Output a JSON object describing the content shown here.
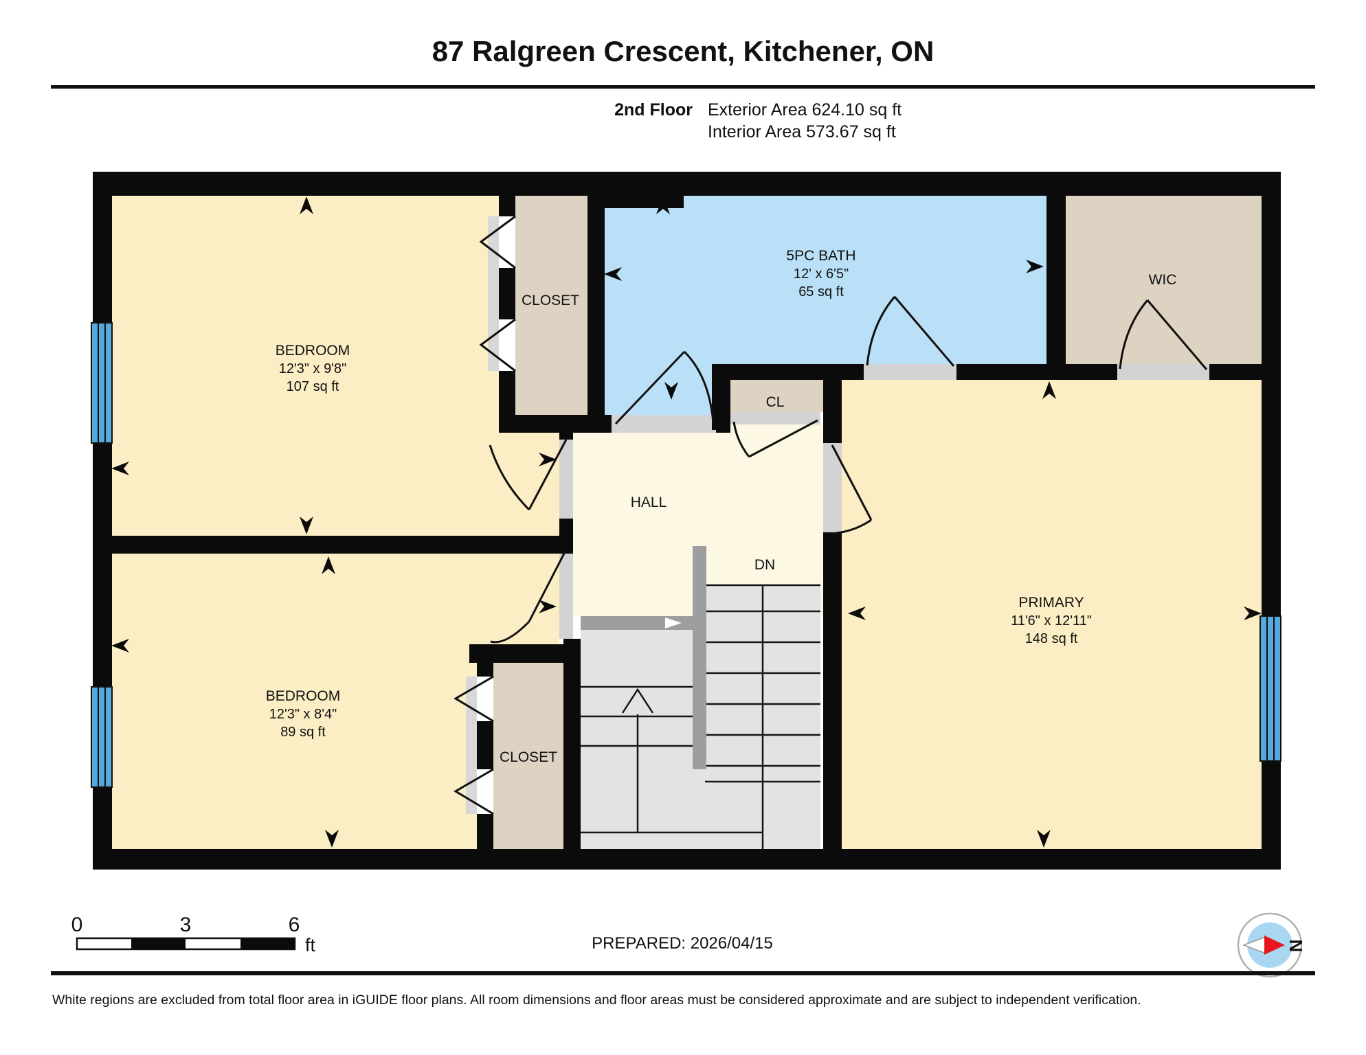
{
  "header": {
    "title": "87 Ralgreen Crescent, Kitchener, ON",
    "floor_label": "2nd Floor",
    "exterior_area": "Exterior Area 624.10 sq ft",
    "interior_area": "Interior Area 573.67 sq ft"
  },
  "rooms": {
    "bedroom1": {
      "name": "BEDROOM",
      "dims": "12'3\" x 9'8\"",
      "area": "107 sq ft"
    },
    "closet1": {
      "name": "CLOSET"
    },
    "bath": {
      "name": "5PC BATH",
      "dims": "12' x 6'5\"",
      "area": "65 sq ft"
    },
    "wic": {
      "name": "WIC"
    },
    "cl": {
      "name": "CL"
    },
    "hall": {
      "name": "HALL"
    },
    "stairs": {
      "down_label": "DN"
    },
    "primary": {
      "name": "PRIMARY",
      "dims": "11'6\" x 12'11\"",
      "area": "148 sq ft"
    },
    "bedroom2": {
      "name": "BEDROOM",
      "dims": "12'3\" x 8'4\"",
      "area": "89 sq ft"
    },
    "closet2": {
      "name": "CLOSET"
    }
  },
  "scale_bar": {
    "labels": [
      "0",
      "3",
      "6"
    ],
    "unit": "ft"
  },
  "compass": {
    "north_label": "N"
  },
  "footer": {
    "prepared": "PREPARED: 2026/04/15",
    "disclaimer": "White regions are excluded from total floor area in iGUIDE floor plans. All room dimensions and floor areas must be considered approximate and are subject to independent verification."
  },
  "colors": {
    "wall": "#0b0b0b",
    "room_cream": "#fbeec5",
    "hall_cream": "#fdf8e4",
    "bath_blue": "#b9e0f6",
    "closet_tan": "#ded3c2",
    "window_blue": "#57a8dc",
    "stairs_gray": "#e3e3e3",
    "railing_gray": "#9e9e9e",
    "opening_gray": "#d3d3d3",
    "compass_blue": "#a9d7f2",
    "compass_red": "#e8151c"
  }
}
